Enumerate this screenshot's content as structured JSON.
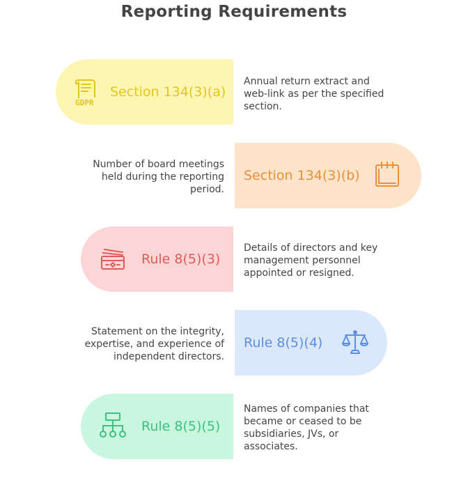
{
  "title": "Reporting Requirements",
  "items": [
    {
      "label": "Section 134(3)(a)",
      "description": "Annual return extract and web-link as per the specified section.",
      "icon": "gdpr-document-icon",
      "bg_color": "#fdf6b2",
      "text_color": "#e3c51d"
    },
    {
      "label": "Section 134(3)(b)",
      "description": "Number of board meetings held during the reporting period.",
      "icon": "calendar-icon",
      "bg_color": "#fde3c9",
      "text_color": "#e8903b"
    },
    {
      "label": "Rule 8(5)(3)",
      "description": "Details of directors and key management personnel appointed or resigned.",
      "icon": "id-cards-icon",
      "bg_color": "#fcd6d6",
      "text_color": "#e05a5a"
    },
    {
      "label": "Rule 8(5)(4)",
      "description": "Statement on the integrity, expertise, and experience of independent directors.",
      "icon": "scales-icon",
      "bg_color": "#dbe7fb",
      "text_color": "#5b8fe0"
    },
    {
      "label": "Rule 8(5)(5)",
      "description": "Names of companies that became or ceased to be subsidiaries, JVs, or associates.",
      "icon": "org-chart-icon",
      "bg_color": "#c8f6df",
      "text_color": "#3fbf80"
    }
  ]
}
